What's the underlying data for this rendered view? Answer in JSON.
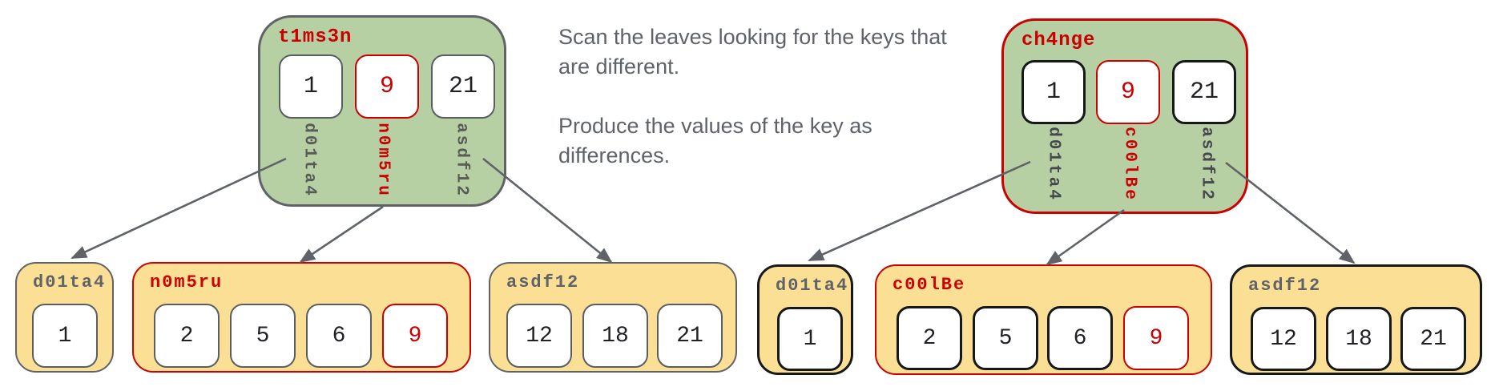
{
  "annotation": {
    "paragraph1": "Scan the leaves looking for the keys that are different.",
    "paragraph2": "Produce the values of the key as differences."
  },
  "left_tree": {
    "root": {
      "label": "t1ms3n",
      "keys": [
        "1",
        "9",
        "21"
      ],
      "changed_key": "9",
      "pointers": [
        "d01ta4",
        "n0m5ru",
        "asdf12"
      ],
      "changed_pointer": "n0m5ru"
    },
    "leaves": [
      {
        "label": "d01ta4",
        "values": [
          "1"
        ]
      },
      {
        "label": "n0m5ru",
        "values": [
          "2",
          "5",
          "6",
          "9"
        ],
        "changed_value": "9"
      },
      {
        "label": "asdf12",
        "values": [
          "12",
          "18",
          "21"
        ]
      }
    ]
  },
  "right_tree": {
    "root": {
      "label": "ch4nge",
      "keys": [
        "1",
        "9",
        "21"
      ],
      "changed_key": "9",
      "pointers": [
        "d01ta4",
        "c00lBe",
        "asdf12"
      ],
      "changed_pointer": "c00lBe"
    },
    "leaves": [
      {
        "label": "d01ta4",
        "values": [
          "1"
        ]
      },
      {
        "label": "c00lBe",
        "values": [
          "2",
          "5",
          "6",
          "9"
        ],
        "changed_value": "9"
      },
      {
        "label": "asdf12",
        "values": [
          "12",
          "18",
          "21"
        ]
      }
    ]
  },
  "colors": {
    "node_fill": "#b6d0a4",
    "leaf_fill": "#fbdf94",
    "highlight_red": "#cc0000",
    "border_gray": "#5f6368",
    "border_black": "#17181a",
    "text_dark": "#202124",
    "text_gray": "#5f6368"
  }
}
